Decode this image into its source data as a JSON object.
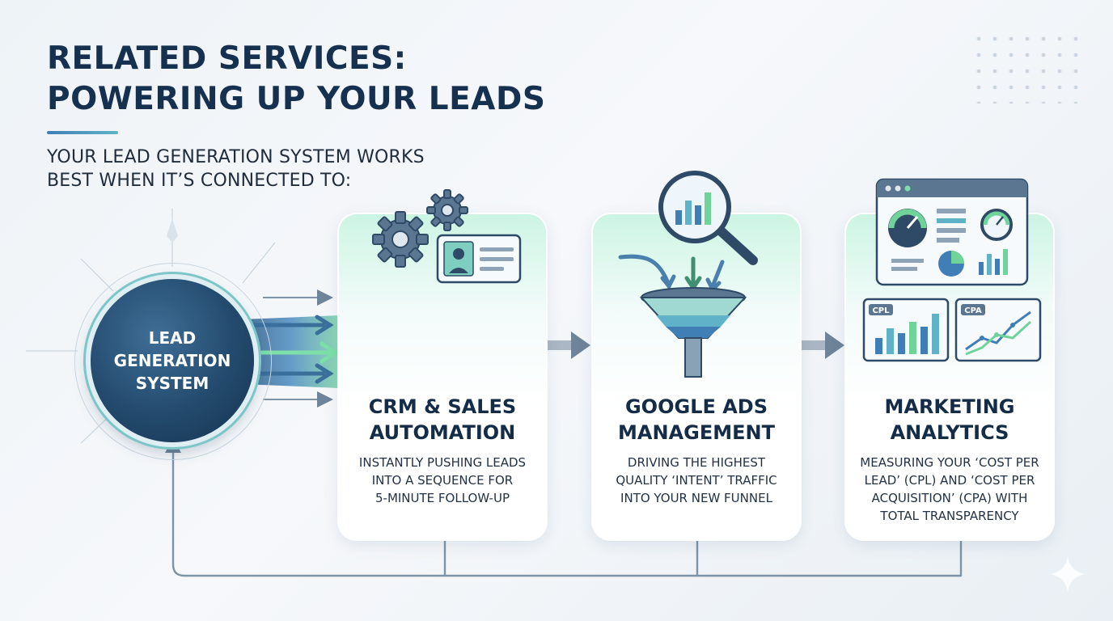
{
  "header": {
    "title_line1": "RELATED SERVICES:",
    "title_line2": "POWERING UP YOUR LEADS",
    "subtitle_line1": "YOUR LEAD GENERATION SYSTEM WORKS",
    "subtitle_line2": "BEST WHEN IT’S CONNECTED TO:"
  },
  "hub": {
    "line1": "LEAD",
    "line2": "GENERATION",
    "line3": "SYSTEM"
  },
  "cards": [
    {
      "heading_line1": "CRM & SALES",
      "heading_line2": "AUTOMATION",
      "desc_line1": "INSTANTLY PUSHING LEADS",
      "desc_line2": "INTO A SEQUENCE FOR",
      "desc_line3": "5-MINUTE FOLLOW-UP",
      "icon": "gears-contact-card-icon"
    },
    {
      "heading_line1": "GOOGLE ADS",
      "heading_line2": "MANAGEMENT",
      "desc_line1": "DRIVING THE HIGHEST",
      "desc_line2": "QUALITY ‘INTENT’ TRAFFIC",
      "desc_line3": "INTO YOUR NEW FUNNEL",
      "icon": "magnifier-funnel-icon"
    },
    {
      "heading_line1": "MARKETING",
      "heading_line2": "ANALYTICS",
      "desc_line1": "MEASURING YOUR ‘COST PER",
      "desc_line2": "LEAD’ (CPL) AND ‘COST PER",
      "desc_line3": "ACQUISITION’ (CPA) WITH",
      "desc_line4": "TOTAL TRANSPARENCY",
      "icon": "dashboard-icon",
      "chart_tag_1": "CPL",
      "chart_tag_2": "CPA"
    }
  ],
  "colors": {
    "navy": "#16304f",
    "teal": "#5fb2c8",
    "green": "#6fd39a",
    "blue": "#3f7fb6",
    "connector": "#6f8498"
  }
}
